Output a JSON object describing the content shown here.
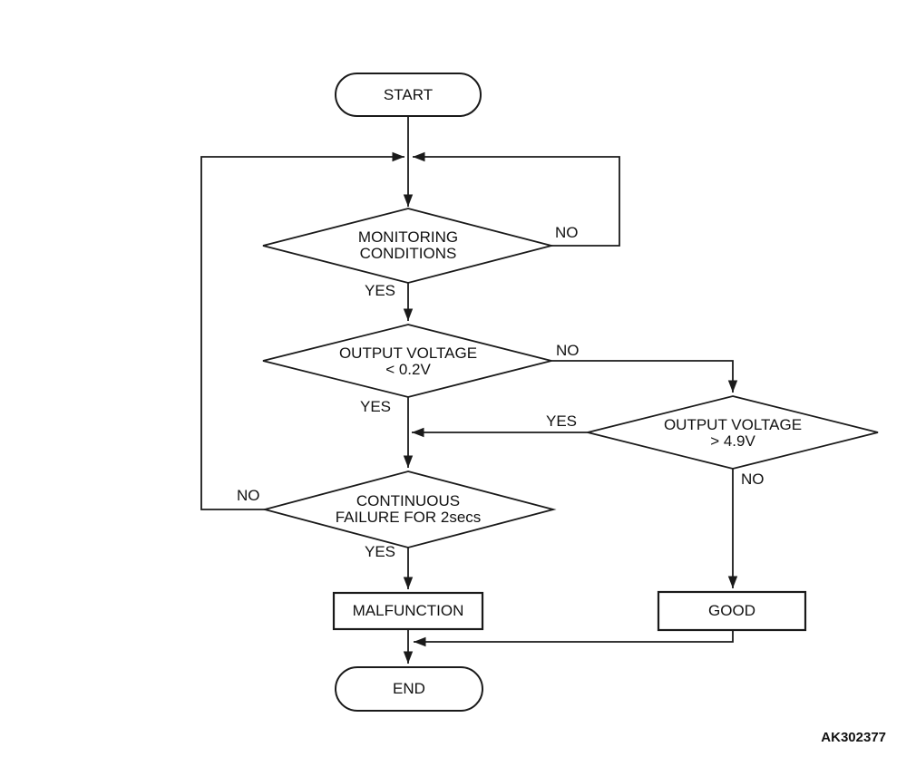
{
  "figure": {
    "code": "AK302377",
    "background_color": "#ffffff",
    "line_color": "#1a1a1a",
    "text_color": "#111111"
  },
  "nodes": {
    "start": {
      "type": "terminator",
      "label": "START"
    },
    "monitoring_conditions": {
      "type": "decision",
      "line1": "MONITORING",
      "line2": "CONDITIONS"
    },
    "output_voltage_low": {
      "type": "decision",
      "line1": "OUTPUT VOLTAGE",
      "line2": "< 0.2V"
    },
    "output_voltage_high": {
      "type": "decision",
      "line1": "OUTPUT VOLTAGE",
      "line2": "> 4.9V"
    },
    "continuous_failure": {
      "type": "decision",
      "line1": "CONTINUOUS",
      "line2": "FAILURE FOR 2secs"
    },
    "malfunction": {
      "type": "process",
      "label": "MALFUNCTION"
    },
    "good": {
      "type": "process",
      "label": "GOOD"
    },
    "end": {
      "type": "terminator",
      "label": "END"
    }
  },
  "edge_labels": {
    "monitoring_no": "NO",
    "monitoring_yes": "YES",
    "output_low_no": "NO",
    "output_low_yes": "YES",
    "output_high_yes": "YES",
    "output_high_no": "NO",
    "continuous_no": "NO",
    "continuous_yes": "YES"
  }
}
